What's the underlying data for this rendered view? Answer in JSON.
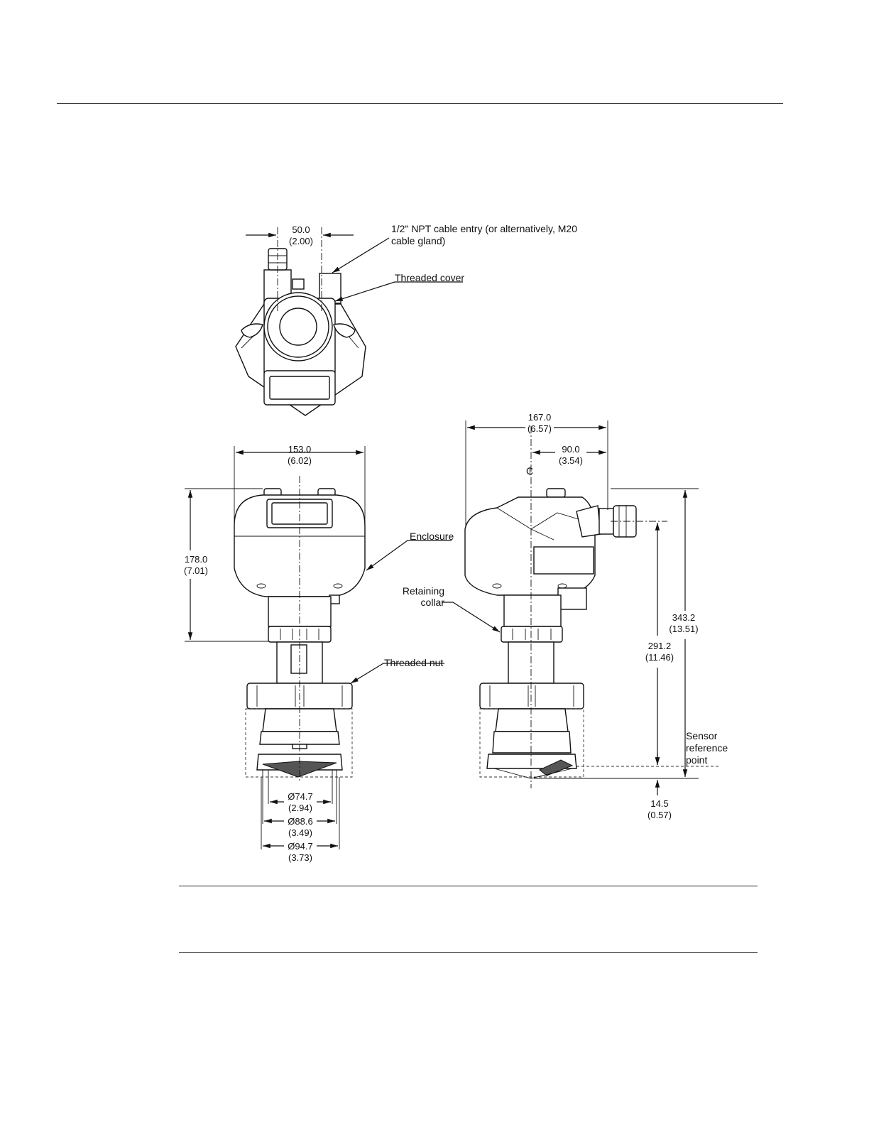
{
  "callouts": {
    "cable_entry_line1": "1/2\" NPT cable entry (or alternatively, M20",
    "cable_entry_line2": "cable gland)",
    "threaded_cover": "Threaded cover",
    "enclosure": "Enclosure",
    "retaining_collar_line1": "Retaining",
    "retaining_collar_line2": "collar",
    "threaded_nut": "Threaded nut",
    "sensor_ref_line1": "Sensor",
    "sensor_ref_line2": "reference",
    "sensor_ref_line3": "point",
    "centerline_symbol": "₵"
  },
  "dimensions": {
    "gland_offset": {
      "mm": "50.0",
      "in": "(2.00)"
    },
    "enclosure_width": {
      "mm": "153.0",
      "in": "(6.02)"
    },
    "enclosure_height": {
      "mm": "178.0",
      "in": "(7.01)"
    },
    "overall_width": {
      "mm": "167.0",
      "in": "(6.57)"
    },
    "gland_from_center": {
      "mm": "90.0",
      "in": "(3.54)"
    },
    "overall_height": {
      "mm": "343.2",
      "in": "(13.51)"
    },
    "gland_to_ref": {
      "mm": "291.2",
      "in": "(11.46)"
    },
    "ref_to_tip": {
      "mm": "14.5",
      "in": "(0.57)"
    },
    "dia_1": {
      "mm": "Ø74.7",
      "in": "(2.94)"
    },
    "dia_2": {
      "mm": "Ø88.6",
      "in": "(3.49)"
    },
    "dia_3": {
      "mm": "Ø94.7",
      "in": "(3.73)"
    }
  }
}
